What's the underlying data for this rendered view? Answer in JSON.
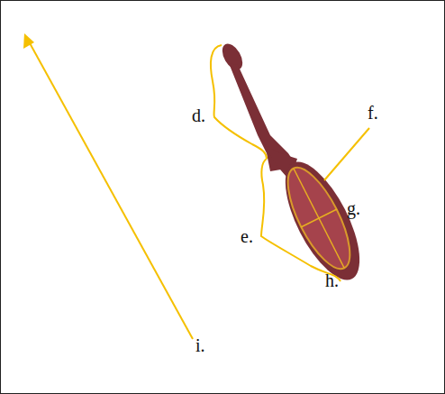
{
  "diagram": {
    "labels": [
      "d.",
      "f.",
      "g.",
      "e.",
      "h.",
      "i."
    ]
  }
}
